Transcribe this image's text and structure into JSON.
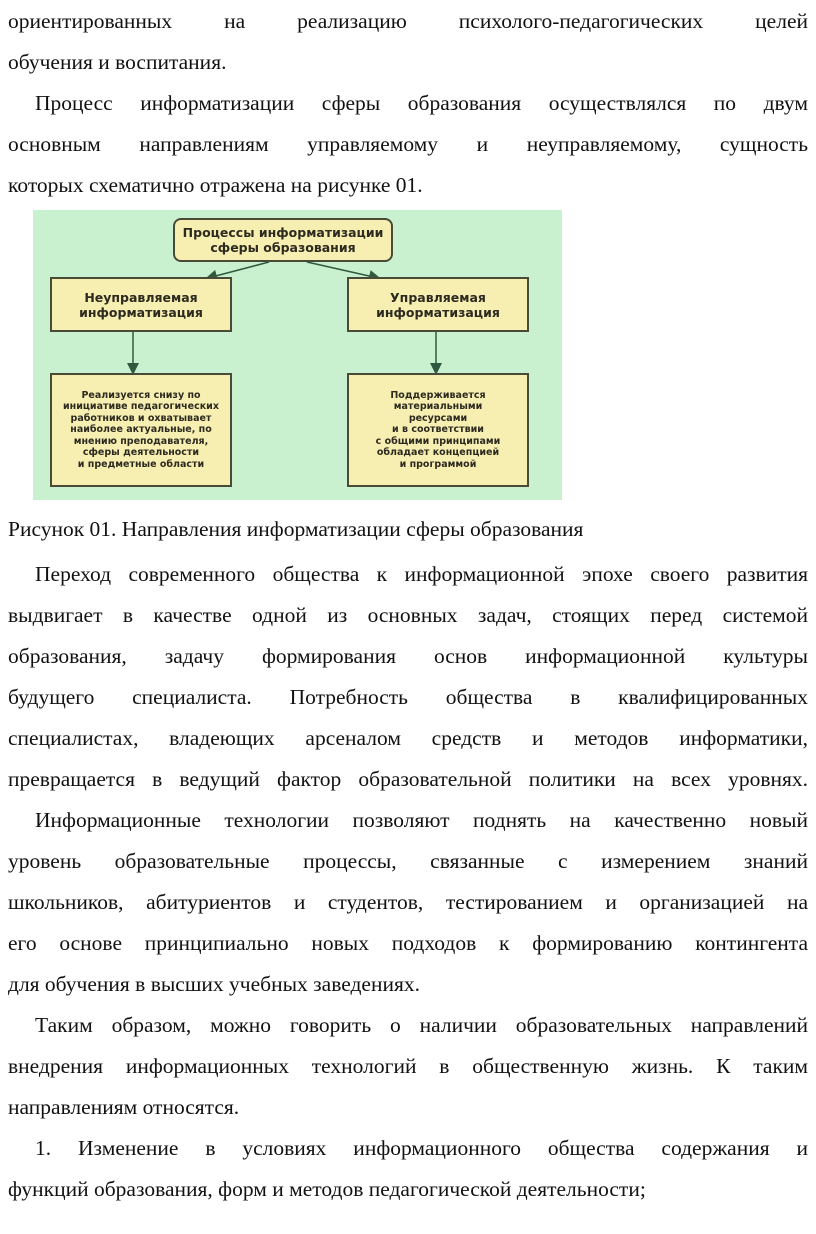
{
  "paragraphs_top": [
    {
      "text": "ориентированных на реализацию психолого-педагогических целей",
      "indent": false,
      "last": false
    },
    {
      "text": "обучения и воспитания.",
      "indent": false,
      "last": true
    },
    {
      "text": "Процесс информатизации сферы образования осуществлялся по двум",
      "indent": true,
      "last": false
    },
    {
      "text": "основным направлениям управляемому и неуправляемому, сущность",
      "indent": false,
      "last": false
    },
    {
      "text": "которых схематично отражена на рисунке 01.",
      "indent": false,
      "last": true
    }
  ],
  "diagram": {
    "root": "Процессы информатизации\nсферы образования",
    "left_title": "Неуправляемая\nинформатизация",
    "right_title": "Управляемая\nинформатизация",
    "left_desc": "Реализуется снизу по\nинициативе педагогических\nработников и охватывает\nнаиболее актуальные, по\nмнению преподавателя,\nсферы деятельности\nи предметные области",
    "right_desc": "Поддерживается\nматериальными\nресурсами\nи в соответствии\nс общими принципами\nобладает концепцией\nи программой",
    "colors": {
      "background": "#c9f0cf",
      "box": "#f7efb2",
      "border": "#4a4a38",
      "arrow": "#2f5a40"
    }
  },
  "caption": "Рисунок 01. Направления информатизации сферы образования",
  "paragraphs_bottom": [
    {
      "text": "Переход современного общества к информационной эпохе своего развития",
      "indent": true,
      "last": false
    },
    {
      "text": "выдвигает в качестве одной из основных задач, стоящих перед системой",
      "indent": false,
      "last": false
    },
    {
      "text": "образования, задачу формирования основ информационной культуры",
      "indent": false,
      "last": false
    },
    {
      "text": "будущего специалиста. Потребность общества в квалифицированных",
      "indent": false,
      "last": false
    },
    {
      "text": "специалистах, владеющих арсеналом средств и методов информатики,",
      "indent": false,
      "last": false
    },
    {
      "text": "превращается в ведущий фактор образовательной политики на всех уровнях.",
      "indent": false,
      "last": false
    },
    {
      "text": "Информационные технологии позволяют поднять на качественно новый",
      "indent": true,
      "last": false
    },
    {
      "text": "уровень образовательные процессы, связанные с измерением знаний",
      "indent": false,
      "last": false
    },
    {
      "text": "школьников, абитуриентов и студентов, тестированием и организацией на",
      "indent": false,
      "last": false
    },
    {
      "text": "его основе принципиально новых подходов к формированию контингента",
      "indent": false,
      "last": false
    },
    {
      "text": "для обучения в высших учебных заведениях.",
      "indent": false,
      "last": true
    },
    {
      "text": "Таким образом, можно говорить о наличии образовательных направлений",
      "indent": true,
      "last": false
    },
    {
      "text": "внедрения информационных технологий в общественную жизнь. К таким",
      "indent": false,
      "last": false
    },
    {
      "text": "направлениям относятся.",
      "indent": false,
      "last": true
    },
    {
      "text": "1. Изменение в условиях информационного общества содержания и",
      "indent": true,
      "last": false
    },
    {
      "text": "функций образования, форм и методов педагогической деятельности;",
      "indent": false,
      "last": true
    }
  ]
}
